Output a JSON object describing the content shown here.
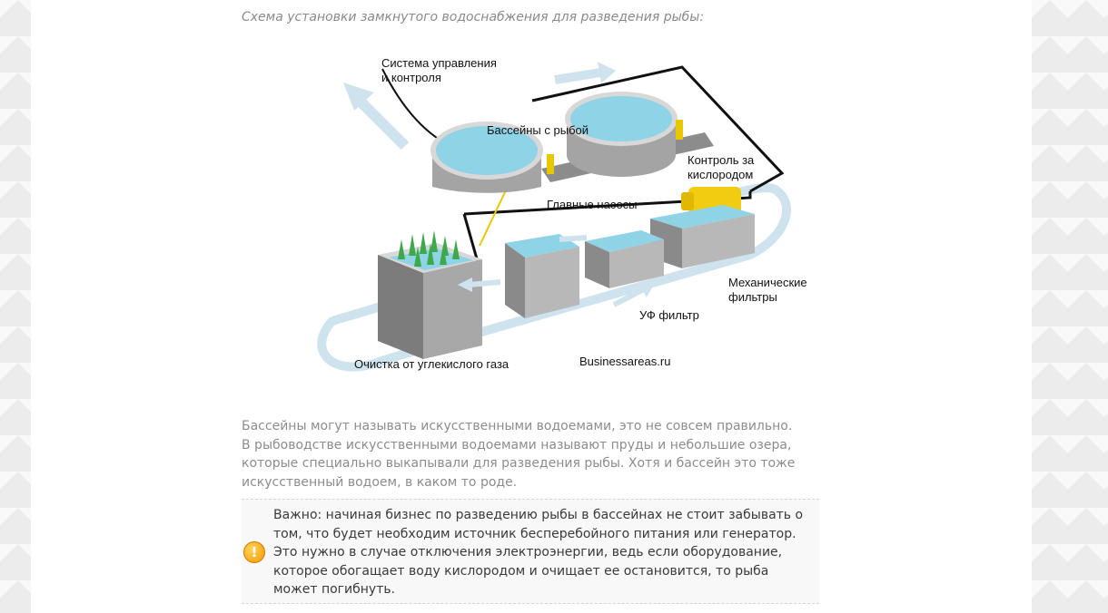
{
  "caption": "Схема установки замкнутого водоснабжения для разведения рыбы:",
  "diagram": {
    "labels": {
      "control_system_line1": "Система управления",
      "control_system_line2": "и контроля",
      "pools": "Бассейны с рыбой",
      "oxygen_line1": "Контроль за",
      "oxygen_line2": "кислородом",
      "pumps": "Главные насосы",
      "mech_filters_line1": "Механические",
      "mech_filters_line2": "фильтры",
      "uv_filter": "УФ фильтр",
      "co2": "Очистка от углекислого газа",
      "watermark": "Businessareas.ru"
    },
    "colors": {
      "water": "#8ed3e6",
      "concrete": "#9c9c9c",
      "pipe": "#cfe3ee",
      "oxygen_unit": "#f2cc10",
      "wire": "#111111"
    }
  },
  "paragraph": "Бассейны могут называть искусственными водоемами, это не совсем правильно. В рыбоводстве искусственными водоемами называют пруды и небольшие озера, которые специально выкапывали для разведения рыбы. Хотя и бассейн это тоже искусственный водоем, в каком то роде.",
  "note": {
    "icon": "warning-icon",
    "icon_glyph": "!",
    "text": "Важно: начиная бизнес по разведению рыбы в бассейнах не стоит забывать о том, что будет необходим источник бесперебойного питания или генератор. Это нужно в случае отключения электроэнергии, ведь если оборудование, которое обогащает воду кислородом и очищает ее остановится, то рыба может погибнуть."
  }
}
